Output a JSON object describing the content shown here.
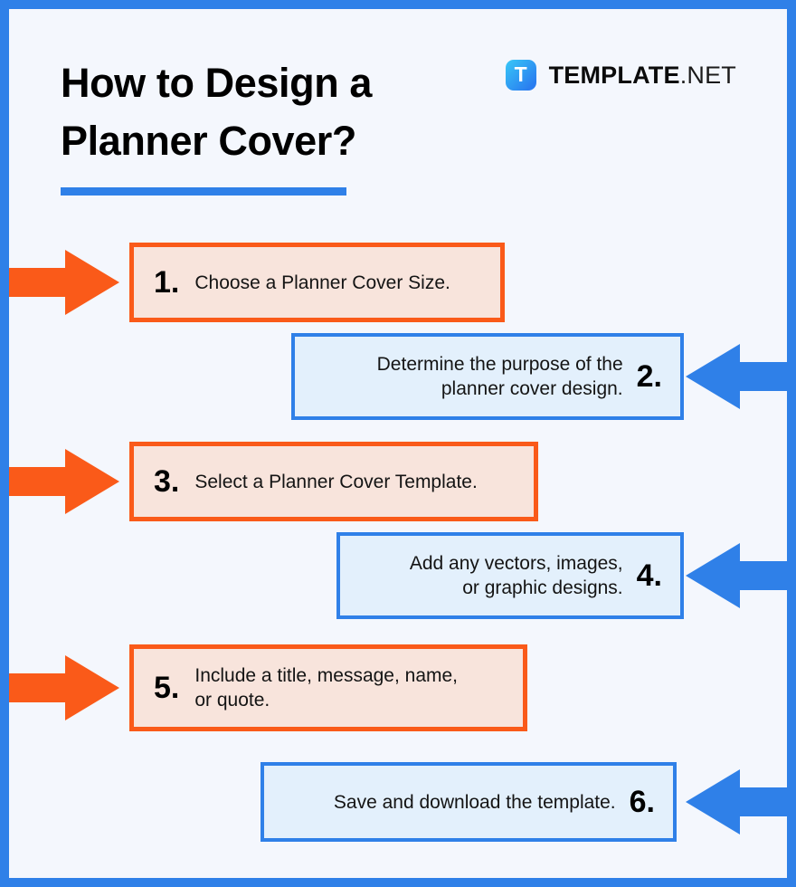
{
  "frame": {
    "border_color": "#2f80e8",
    "background_color": "#f4f7fd"
  },
  "header": {
    "title_line1": "How to Design a",
    "title_line2": "Planner Cover?",
    "underline_color": "#2f80e8",
    "brand": {
      "mark_letter": "T",
      "name_bold": "TEMPLATE",
      "name_light": ".NET"
    }
  },
  "palette": {
    "orange": "#fa5a19",
    "orange_fill": "#f8e4dc",
    "blue": "#2f80e8",
    "blue_fill": "#e3f0fc",
    "text": "#141414"
  },
  "steps": [
    {
      "number": "1.",
      "text_line1": "Choose a Planner Cover Size.",
      "text_line2": "",
      "color": "orange",
      "arrow_direction": "right",
      "number_side": "left"
    },
    {
      "number": "2.",
      "text_line1": "Determine the purpose of the",
      "text_line2": "planner cover design.",
      "color": "blue",
      "arrow_direction": "left",
      "number_side": "right"
    },
    {
      "number": "3.",
      "text_line1": "Select a Planner Cover Template.",
      "text_line2": "",
      "color": "orange",
      "arrow_direction": "right",
      "number_side": "left"
    },
    {
      "number": "4.",
      "text_line1": "Add any vectors, images,",
      "text_line2": "or graphic designs.",
      "color": "blue",
      "arrow_direction": "left",
      "number_side": "right"
    },
    {
      "number": "5.",
      "text_line1": "Include a title, message, name,",
      "text_line2": "or quote.",
      "color": "orange",
      "arrow_direction": "right",
      "number_side": "left"
    },
    {
      "number": "6.",
      "text_line1": "Save and download the template.",
      "text_line2": "",
      "color": "blue",
      "arrow_direction": "left",
      "number_side": "right"
    }
  ]
}
